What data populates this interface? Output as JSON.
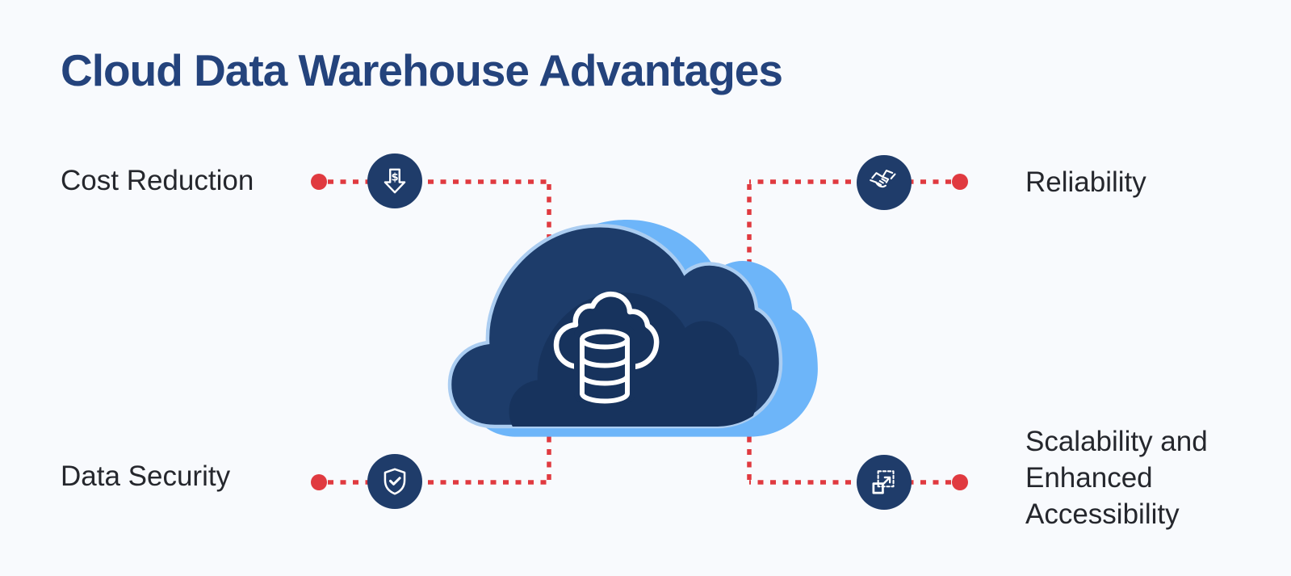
{
  "title": "Cloud Data Warehouse Advantages",
  "items": [
    {
      "label": "Cost Reduction",
      "icon": "money-down-arrow-icon",
      "position": "top-left"
    },
    {
      "label": "Reliability",
      "icon": "handshake-icon",
      "position": "top-right"
    },
    {
      "label": "Data Security",
      "icon": "shield-check-icon",
      "position": "bottom-left"
    },
    {
      "label": "Scalability and Enhanced Accessibility",
      "icon": "expand-icon",
      "position": "bottom-right"
    }
  ],
  "center_illustration": {
    "name": "cloud-data-warehouse",
    "elements": [
      "cloud",
      "database-cylinder"
    ]
  },
  "glyphs": {
    "dollar": "$"
  },
  "colors": {
    "background": "#f8fafd",
    "title_color": "#24437c",
    "label_color": "#25272d",
    "navy": "#1d3c6a",
    "navy_dark": "#17335d",
    "icon_circle": "#1f3c6a",
    "light_blue": "#6db5f9",
    "pale_blue": "#abcdf1",
    "red": "#e03a40",
    "white": "#ffffff"
  }
}
